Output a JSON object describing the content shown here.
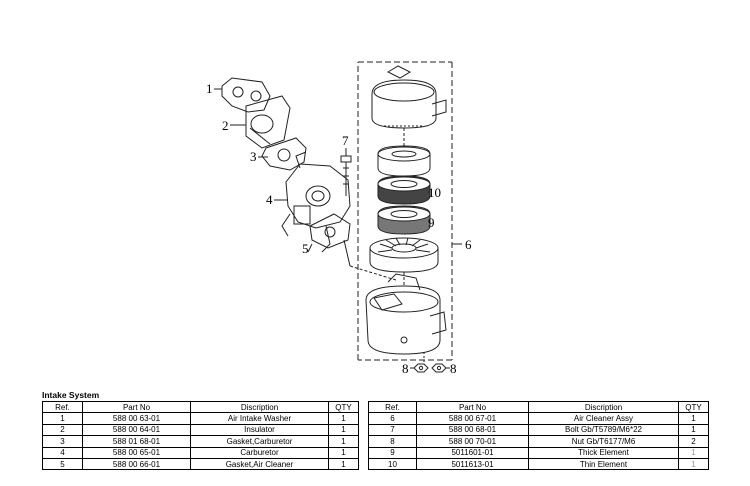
{
  "callouts": {
    "c1": "1",
    "c2": "2",
    "c3": "3",
    "c4": "4",
    "c5": "5",
    "c6": "6",
    "c7": "7",
    "c8a": "8",
    "c8b": "8",
    "c9": "9",
    "c10": "10"
  },
  "section_title": "Intake System",
  "columns": [
    "Ref.",
    "Part No",
    "Discription",
    "QTY"
  ],
  "left_rows": [
    {
      "ref": "1",
      "part_no": "588 00 63-01",
      "desc": "Air Intake Washer",
      "qty": "1"
    },
    {
      "ref": "2",
      "part_no": "588 00 64-01",
      "desc": "Insulator",
      "qty": "1"
    },
    {
      "ref": "3",
      "part_no": "588 01 68-01",
      "desc": "Gasket,Carburetor",
      "qty": "1"
    },
    {
      "ref": "4",
      "part_no": "588 00 65-01",
      "desc": "Carburetor",
      "qty": "1"
    },
    {
      "ref": "5",
      "part_no": "588 00 66-01",
      "desc": "Gasket,Air Cleaner",
      "qty": "1"
    }
  ],
  "right_rows": [
    {
      "ref": "6",
      "part_no": "588 00 67-01",
      "desc": "Air Cleaner Assy",
      "qty": "1"
    },
    {
      "ref": "7",
      "part_no": "588 00 68-01",
      "desc": "Bolt Gb/T5789/M6*22",
      "qty": "1"
    },
    {
      "ref": "8",
      "part_no": "588 00 70-01",
      "desc": "Nut Gb/T6177/M6",
      "qty": "2"
    },
    {
      "ref": "9",
      "part_no": "5011601-01",
      "desc": "Thick Element",
      "qty": "1"
    },
    {
      "ref": "10",
      "part_no": "5011613-01",
      "desc": "Thin Element",
      "qty": "1"
    }
  ]
}
